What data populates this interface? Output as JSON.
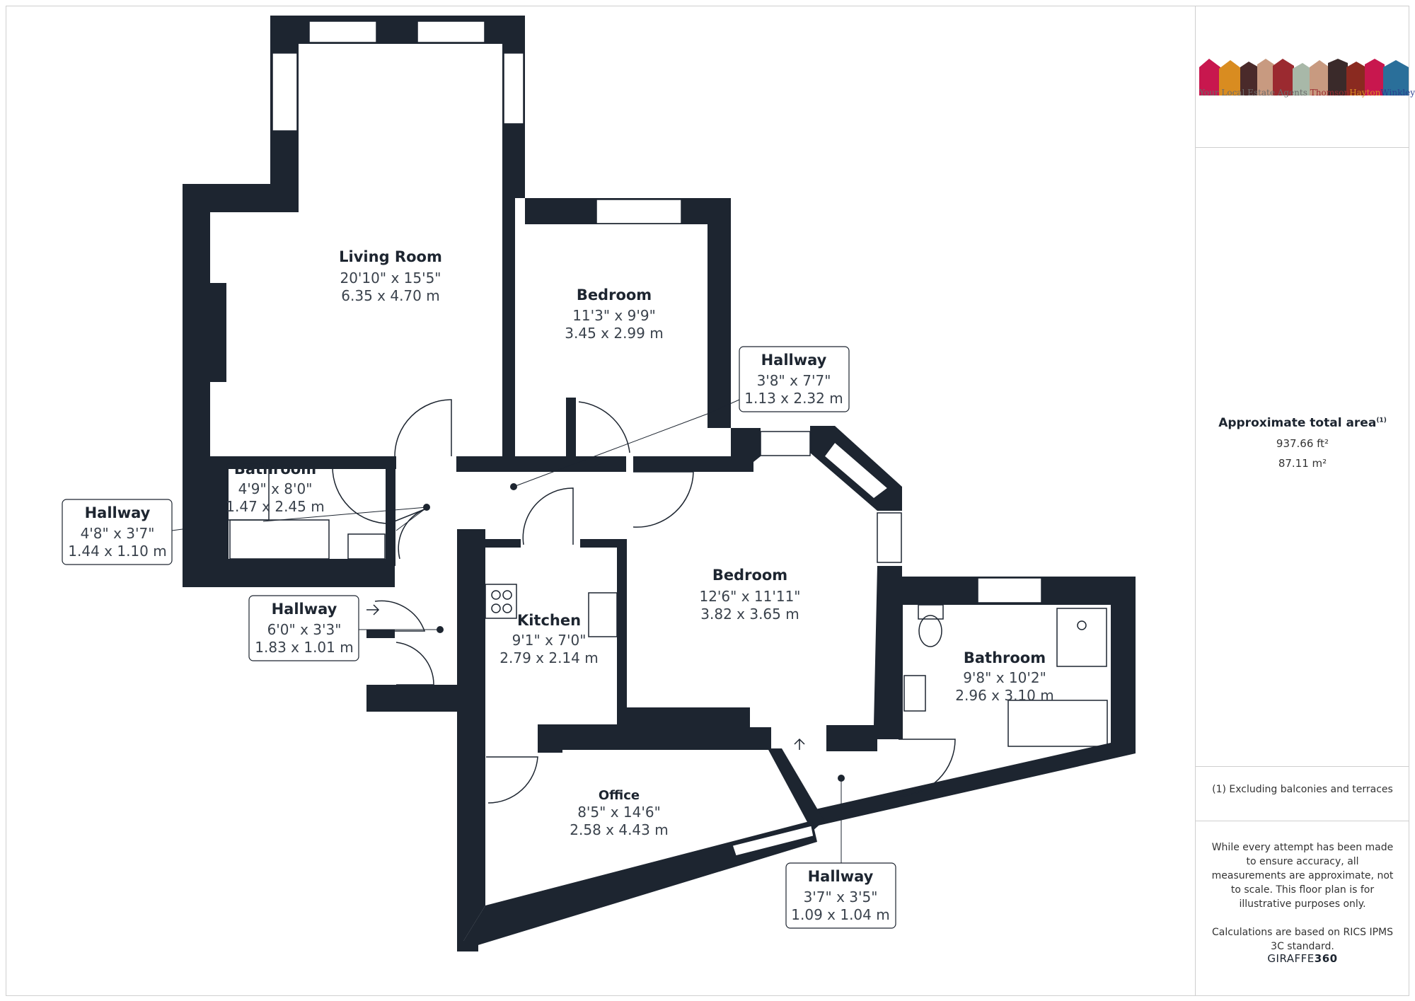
{
  "rooms": {
    "living_room": {
      "name": "Living Room",
      "imperial": "20'10\" x 15'5\"",
      "metric": "6.35 x 4.70 m"
    },
    "bedroom_top": {
      "name": "Bedroom",
      "imperial": "11'3\" x 9'9\"",
      "metric": "3.45 x 2.99 m"
    },
    "hallway_top": {
      "name": "Hallway",
      "imperial": "3'8\" x 7'7\"",
      "metric": "1.13 x 2.32 m"
    },
    "bathroom_small": {
      "name": "Bathroom",
      "imperial": "4'9\" x 8'0\"",
      "metric": "1.47 x 2.45 m"
    },
    "hallway_left": {
      "name": "Hallway",
      "imperial": "4'8\" x 3'7\"",
      "metric": "1.44 x 1.10 m"
    },
    "hallway_entry": {
      "name": "Hallway",
      "imperial": "6'0\" x 3'3\"",
      "metric": "1.83 x 1.01 m"
    },
    "kitchen": {
      "name": "Kitchen",
      "imperial": "9'1\" x 7'0\"",
      "metric": "2.79 x 2.14 m"
    },
    "bedroom_main": {
      "name": "Bedroom",
      "imperial": "12'6\" x 11'11\"",
      "metric": "3.82 x 3.65 m"
    },
    "bathroom_large": {
      "name": "Bathroom",
      "imperial": "9'8\" x 10'2\"",
      "metric": "2.96 x 3.10 m"
    },
    "office": {
      "name": "Office",
      "imperial": "8'5\" x 14'6\"",
      "metric": "2.58 x 4.43 m"
    },
    "hallway_bottom": {
      "name": "Hallway",
      "imperial": "3'7\" x 3'5\"",
      "metric": "1.09 x 1.04 m"
    }
  },
  "sidebar": {
    "logo_prefix": "Your Local Estate Agents",
    "logo_brand_1": "Thomson",
    "logo_brand_2": "Hayton",
    "logo_brand_3": "Winkley",
    "area_title": "Approximate total area",
    "area_footnote_marker": "(1)",
    "area_sqft": "937.66 ft²",
    "area_sqm": "87.11 m²",
    "footnote": "(1) Excluding balconies and terraces",
    "disclaimer": "While every attempt has been made to ensure accuracy, all measurements are approximate, not to scale. This floor plan is for illustrative purposes only.",
    "calculations": "Calculations are based on RICS IPMS 3C standard.",
    "brand_part1": "GIRAFFE",
    "brand_part2": "360"
  },
  "colors": {
    "wall": "#1d2530",
    "logo": [
      "#c8174e",
      "#d98c20",
      "#4a2a2a",
      "#f0ece0",
      "#9b2a30",
      "#a8b8a8",
      "#c89a80",
      "#3a2a2a",
      "#8a2a20",
      "#2a6f9a"
    ]
  }
}
